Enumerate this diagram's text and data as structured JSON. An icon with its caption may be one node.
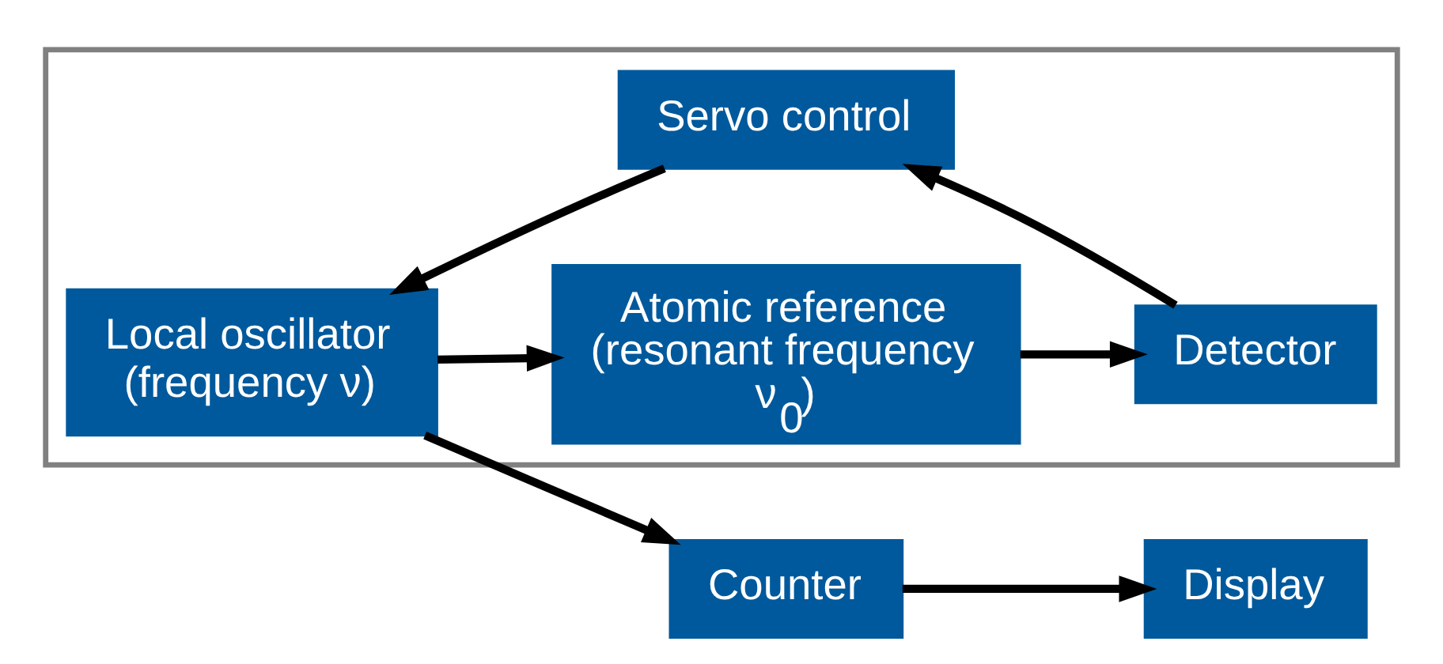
{
  "diagram": {
    "nodes": [
      {
        "text": [],
        "shape": "box"
      },
      {
        "text": [
          "Servo control"
        ],
        "in": 0
      },
      {
        "text": [
          "Local oscillator (frequency ν)"
        ],
        "in": 0
      },
      {
        "text": [
          "Atomic reference (resonant frequency ν$_{0}$)"
        ],
        "in": 0
      },
      {
        "text": [
          "Detector"
        ],
        "in": 0
      },
      {
        "text": [
          "Counter"
        ]
      },
      {
        "text": [
          "Display"
        ]
      }
    ],
    "edges": [
      {
        "from": 1,
        "to": 2,
        "arrow": "to"
      },
      {
        "from": 2,
        "to": 3,
        "arrow": "to"
      },
      {
        "from": 3,
        "to": 4,
        "arrow": "to"
      },
      {
        "from": 4,
        "to": 1,
        "arrow": "to"
      },
      {
        "from": 2,
        "to": 5,
        "arrow": "to"
      },
      {
        "from": 5,
        "to": 6,
        "arrow": "to"
      }
    ]
  }
}
